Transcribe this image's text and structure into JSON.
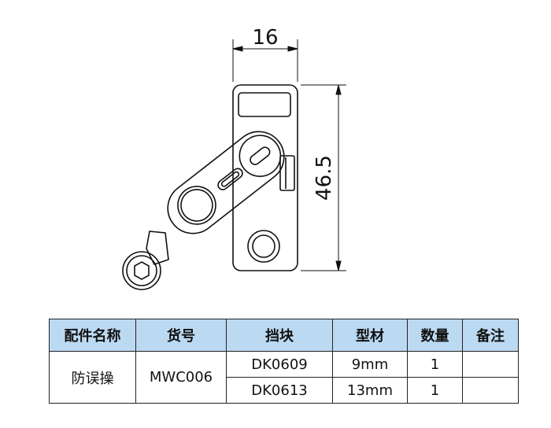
{
  "dimensions": {
    "width_label": "16",
    "height_label": "46.5"
  },
  "table": {
    "headers": [
      "配件名称",
      "货号",
      "挡块",
      "型材",
      "数量",
      "备注"
    ],
    "part_name": "防误操",
    "item_number": "MWC006",
    "rows": [
      {
        "block": "DK0609",
        "profile": "9mm",
        "qty": "1",
        "note": ""
      },
      {
        "block": "DK0613",
        "profile": "13mm",
        "qty": "1",
        "note": ""
      }
    ]
  }
}
